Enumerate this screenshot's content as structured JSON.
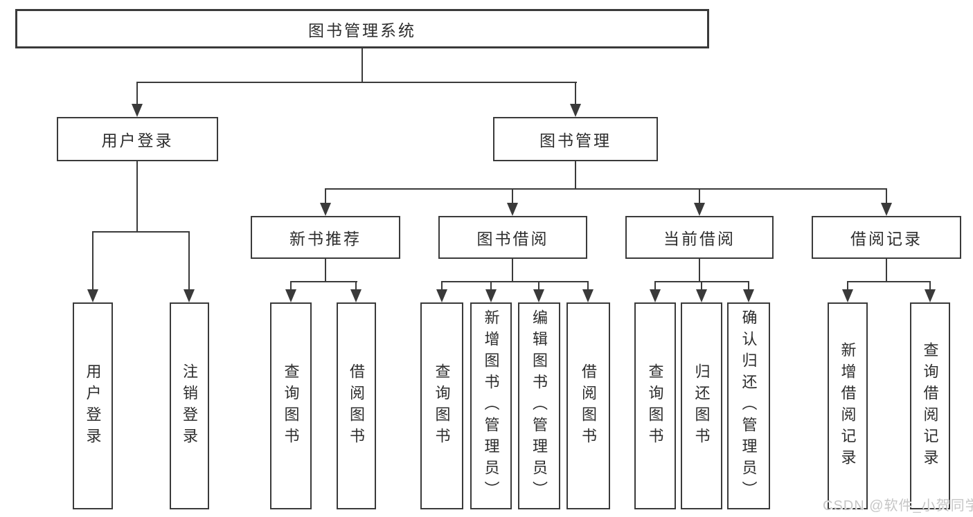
{
  "diagram_type": "hierarchy-tree",
  "colors": {
    "line": "#3a3a3a",
    "text": "#2d2d2d",
    "background": "#ffffff",
    "watermark_text_color": "#c6c6c6"
  },
  "tree": {
    "label": "图书管理系统",
    "children": [
      {
        "label": "用户登录",
        "children": [
          {
            "label": "用户登录"
          },
          {
            "label": "注销登录"
          }
        ]
      },
      {
        "label": "图书管理",
        "children": [
          {
            "label": "新书推荐",
            "children": [
              {
                "label": "查询图书"
              },
              {
                "label": "借阅图书"
              }
            ]
          },
          {
            "label": "图书借阅",
            "children": [
              {
                "label": "查询图书"
              },
              {
                "label": "新增图书（管理员）"
              },
              {
                "label": "编辑图书（管理员）"
              },
              {
                "label": "借阅图书"
              }
            ]
          },
          {
            "label": "当前借阅",
            "children": [
              {
                "label": "查询图书"
              },
              {
                "label": "归还图书"
              },
              {
                "label": "确认归还（管理员）"
              }
            ]
          },
          {
            "label": "借阅记录",
            "children": [
              {
                "label": "新增借阅记录"
              },
              {
                "label": "查询借阅记录"
              }
            ]
          }
        ]
      }
    ]
  },
  "watermark": {
    "text": "CSDN @软件_小贺同学"
  }
}
